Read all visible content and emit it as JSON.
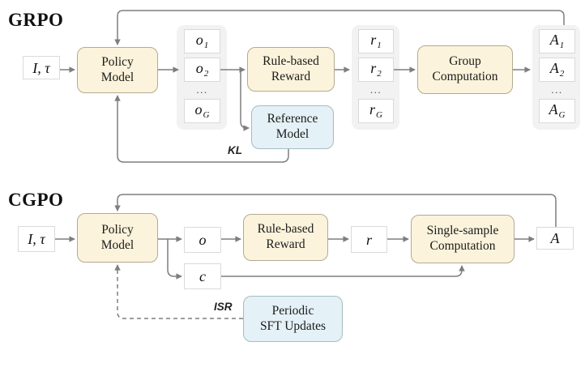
{
  "grpo": {
    "title": "GRPO",
    "input": "I, τ",
    "policy": {
      "line1": "Policy",
      "line2": "Model"
    },
    "outputs": {
      "items": [
        {
          "main": "o",
          "sub": "1"
        },
        {
          "main": "o",
          "sub": "2"
        },
        {
          "main": "o",
          "sub": "G"
        }
      ],
      "dots": "..."
    },
    "rule_reward": {
      "line1": "Rule-based",
      "line2": "Reward"
    },
    "reference": {
      "line1": "Reference",
      "line2": "Model"
    },
    "rewards": {
      "items": [
        {
          "main": "r",
          "sub": "1"
        },
        {
          "main": "r",
          "sub": "2"
        },
        {
          "main": "r",
          "sub": "G"
        }
      ],
      "dots": "..."
    },
    "group_comp": {
      "line1": "Group",
      "line2": "Computation"
    },
    "advantages": {
      "items": [
        {
          "main": "A",
          "sub": "1"
        },
        {
          "main": "A",
          "sub": "2"
        },
        {
          "main": "A",
          "sub": "G"
        }
      ],
      "dots": "..."
    },
    "kl_label": "KL"
  },
  "cgpo": {
    "title": "CGPO",
    "input": "I, τ",
    "policy": {
      "line1": "Policy",
      "line2": "Model"
    },
    "output_label": "o",
    "constraint_label": "c",
    "rule_reward": {
      "line1": "Rule-based",
      "line2": "Reward"
    },
    "reward_label": "r",
    "single_comp": {
      "line1": "Single-sample",
      "line2": "Computation"
    },
    "advantage_label": "A",
    "sft": {
      "line1": "Periodic",
      "line2": "SFT Updates"
    },
    "isr_label": "ISR"
  },
  "colors": {
    "cream_fill": "#fbf3db",
    "cream_border": "#b3aa93",
    "blue_fill": "#e4f1f6",
    "blue_border": "#a6bcc4",
    "group_fill": "#f2f2f2",
    "small_box_border": "#dadada",
    "wire": "#7e7e7e",
    "text": "#1b1b1b"
  }
}
